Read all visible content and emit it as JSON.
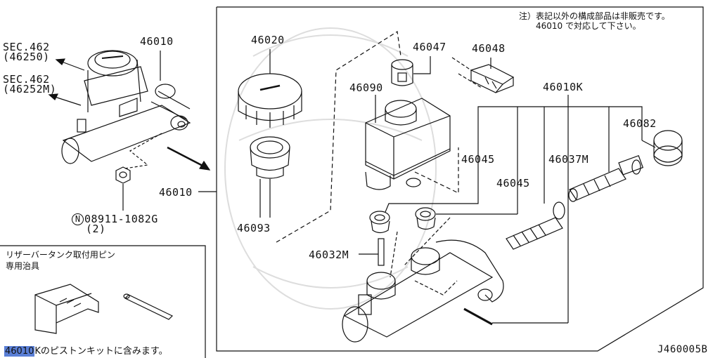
{
  "note": {
    "line1": "注）表記以外の構成部品は非販売です。",
    "line2": "46010 で対応して下さい。"
  },
  "left_assembly": {
    "sec1": "SEC.462",
    "sec1_code": "(46250)",
    "sec2": "SEC.462",
    "sec2_code": "(46252M)",
    "part": "46010",
    "nut_part": "08911-1082G",
    "nut_symbol": "N",
    "nut_qty": "(2)",
    "pointer": "46010"
  },
  "parts": {
    "p46020": "46020",
    "p46047": "46047",
    "p46048": "46048",
    "p46090": "46090",
    "p46010K": "46010K",
    "p46082": "46082",
    "p46045a": "46045",
    "p46045b": "46045",
    "p46037M": "46037M",
    "p46093": "46093",
    "p46032M": "46032M"
  },
  "tool_box": {
    "title1": "リザーバータンク取付用ピン",
    "title2": "専用治具"
  },
  "footer": {
    "highlight": "46010",
    "text": "Kのピストンキットに含みます。"
  },
  "diagram_code": "J460005B"
}
